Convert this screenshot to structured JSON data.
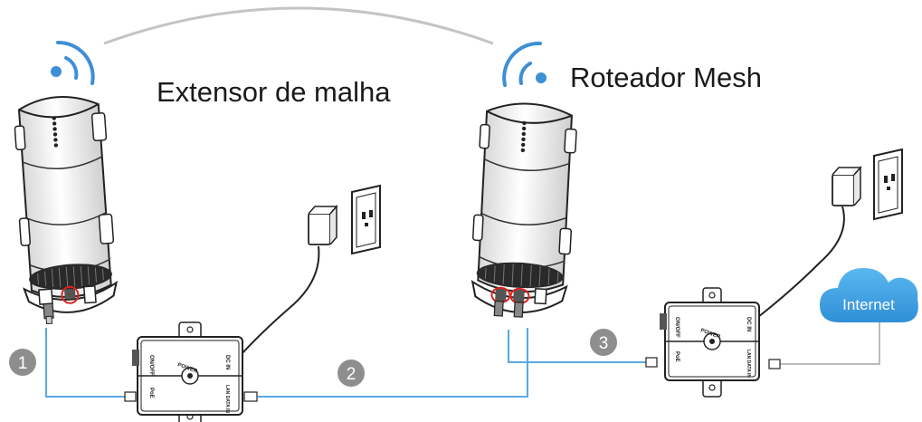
{
  "labels": {
    "extender_title": "Extensor de malha",
    "router_title": "Roteador Mesh",
    "internet": "Internet"
  },
  "steps": [
    "1",
    "2",
    "3"
  ],
  "injector_labels": {
    "on_off": "ON/OFF",
    "dc_in": "DC IN",
    "poe": "PoE",
    "lan_data_in": "LAN DATA IN",
    "power": "POWER"
  },
  "colors": {
    "cable_blue": "#5aa9e6",
    "wifi_blue": "#3d8fd6",
    "cloud_blue": "#3aa0e0",
    "step_badge": "#8e8e8e",
    "highlight_red": "#e02020"
  }
}
